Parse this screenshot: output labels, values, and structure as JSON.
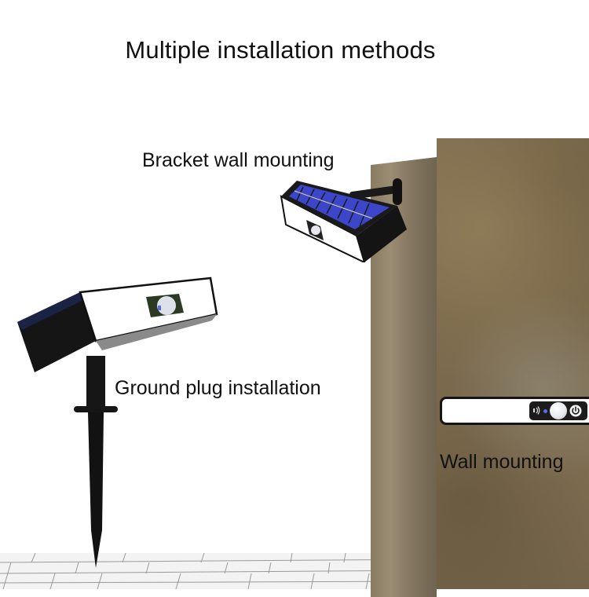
{
  "title": "Multiple installation methods",
  "labels": {
    "bracket": "Bracket wall mounting",
    "ground": "Ground plug installation",
    "wall": "Wall mounting"
  },
  "colors": {
    "background": "#ffffff",
    "pillar": "#7f6c4d",
    "pillar_side": "#8a7c63",
    "solar_panel": "#3b46c9",
    "light_body": "#ffffff",
    "housing": "#151515",
    "led_indicator": "#5a6cf0",
    "floor_tile": "#f2f2f2"
  },
  "icons": {
    "power": "power-icon",
    "radar": "radar-sensor-icon",
    "pir": "pir-sensor-dome-icon"
  }
}
